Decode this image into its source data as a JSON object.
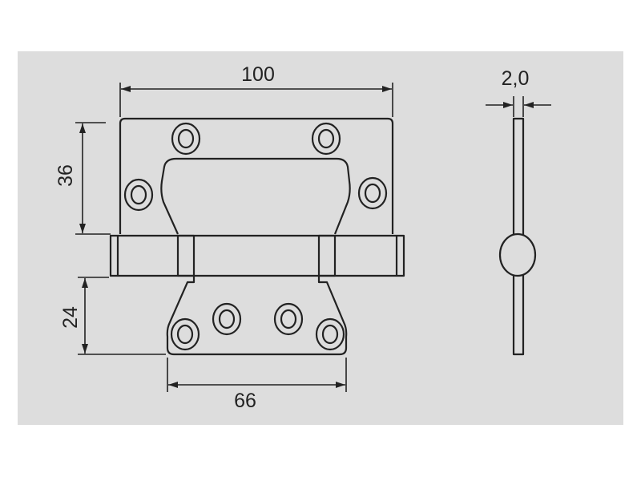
{
  "colors": {
    "panel": "#dddddd",
    "line": "#222222",
    "background": "#ffffff"
  },
  "dimensions": {
    "width": "100",
    "upper_height": "36",
    "lower_height": "24",
    "lower_width": "66",
    "thickness": "2,0"
  }
}
